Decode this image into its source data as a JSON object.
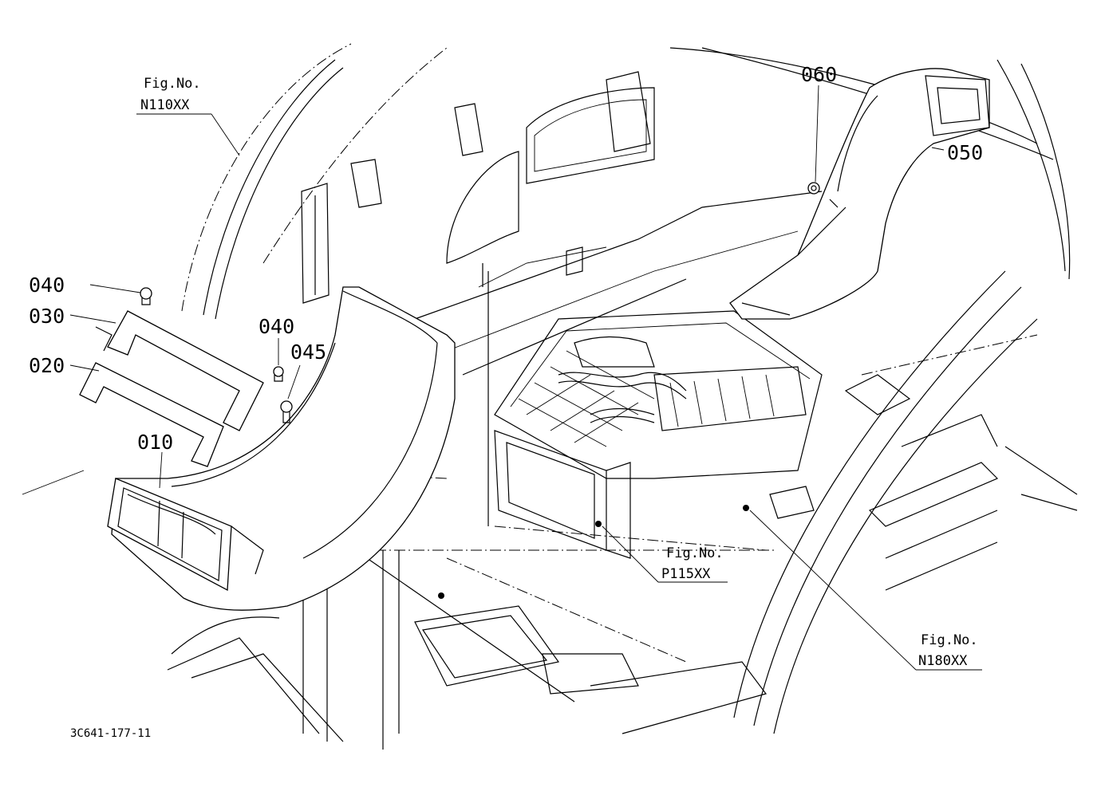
{
  "drawing_code": "3C641-177-11",
  "parts": {
    "p010": "010",
    "p020": "020",
    "p030": "030",
    "p040a": "040",
    "p040b": "040",
    "p045": "045",
    "p050": "050",
    "p060": "060"
  },
  "figrefs": {
    "n110": {
      "line1": "Fig.No.",
      "line2": "N110XX"
    },
    "p115": {
      "line1": "Fig.No.",
      "line2": "P115XX"
    },
    "n180": {
      "line1": "Fig.No.",
      "line2": "N180XX"
    }
  }
}
